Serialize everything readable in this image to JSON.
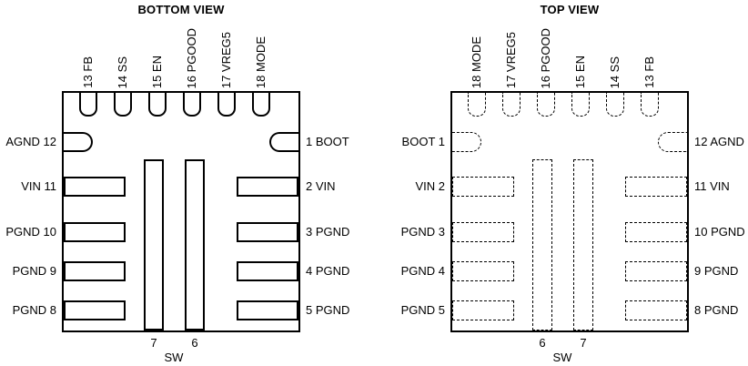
{
  "colors": {
    "line": "#000000",
    "background": "#ffffff"
  },
  "diagrams": [
    {
      "title": "BOTTOM VIEW",
      "pin_line_style": "solid",
      "top_pins": [
        "13 FB",
        "14 SS",
        "15 EN",
        "16 PGOOD",
        "17 VREG5",
        "18 MODE"
      ],
      "left_pins": [
        "AGND 12",
        "VIN 11",
        "PGND 10",
        "PGND 9",
        "PGND 8"
      ],
      "right_pins": [
        "1 BOOT",
        "2 VIN",
        "3 PGND",
        "4 PGND",
        "5 PGND"
      ],
      "bottom_pins": [
        "7",
        "6"
      ],
      "bottom_label": "SW"
    },
    {
      "title": "TOP VIEW",
      "pin_line_style": "dashed",
      "top_pins": [
        "18 MODE",
        "17 VREG5",
        "16 PGOOD",
        "15 EN",
        "14 SS",
        "13 FB"
      ],
      "left_pins": [
        "BOOT 1",
        "VIN 2",
        "PGND 3",
        "PGND 4",
        "PGND 5"
      ],
      "right_pins": [
        "12 AGND",
        "11 VIN",
        "10 PGND",
        "9 PGND",
        "8 PGND"
      ],
      "bottom_pins": [
        "6",
        "7"
      ],
      "bottom_label": "SW"
    }
  ]
}
